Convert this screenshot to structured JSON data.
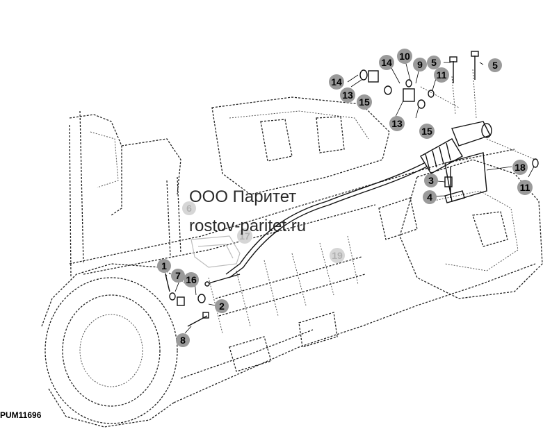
{
  "watermark": {
    "company": "ООО Паритет",
    "website": "rostov-paritet.ru"
  },
  "figure_code": "PUM11696",
  "callouts": [
    {
      "id": "c1",
      "label": "1"
    },
    {
      "id": "c2",
      "label": "2"
    },
    {
      "id": "c3",
      "label": "3"
    },
    {
      "id": "c4",
      "label": "4"
    },
    {
      "id": "c5a",
      "label": "5"
    },
    {
      "id": "c5b",
      "label": "5"
    },
    {
      "id": "c6",
      "label": "6"
    },
    {
      "id": "c7",
      "label": "7"
    },
    {
      "id": "c8",
      "label": "8"
    },
    {
      "id": "c9",
      "label": "9"
    },
    {
      "id": "c10",
      "label": "10"
    },
    {
      "id": "c11a",
      "label": "11"
    },
    {
      "id": "c11b",
      "label": "11"
    },
    {
      "id": "c13a",
      "label": "13"
    },
    {
      "id": "c13b",
      "label": "13"
    },
    {
      "id": "c14a",
      "label": "14"
    },
    {
      "id": "c14b",
      "label": "14"
    },
    {
      "id": "c15a",
      "label": "15"
    },
    {
      "id": "c15b",
      "label": "15"
    },
    {
      "id": "c16",
      "label": "16"
    },
    {
      "id": "c17",
      "label": "17"
    },
    {
      "id": "c18",
      "label": "18"
    },
    {
      "id": "c19",
      "label": "19"
    }
  ]
}
